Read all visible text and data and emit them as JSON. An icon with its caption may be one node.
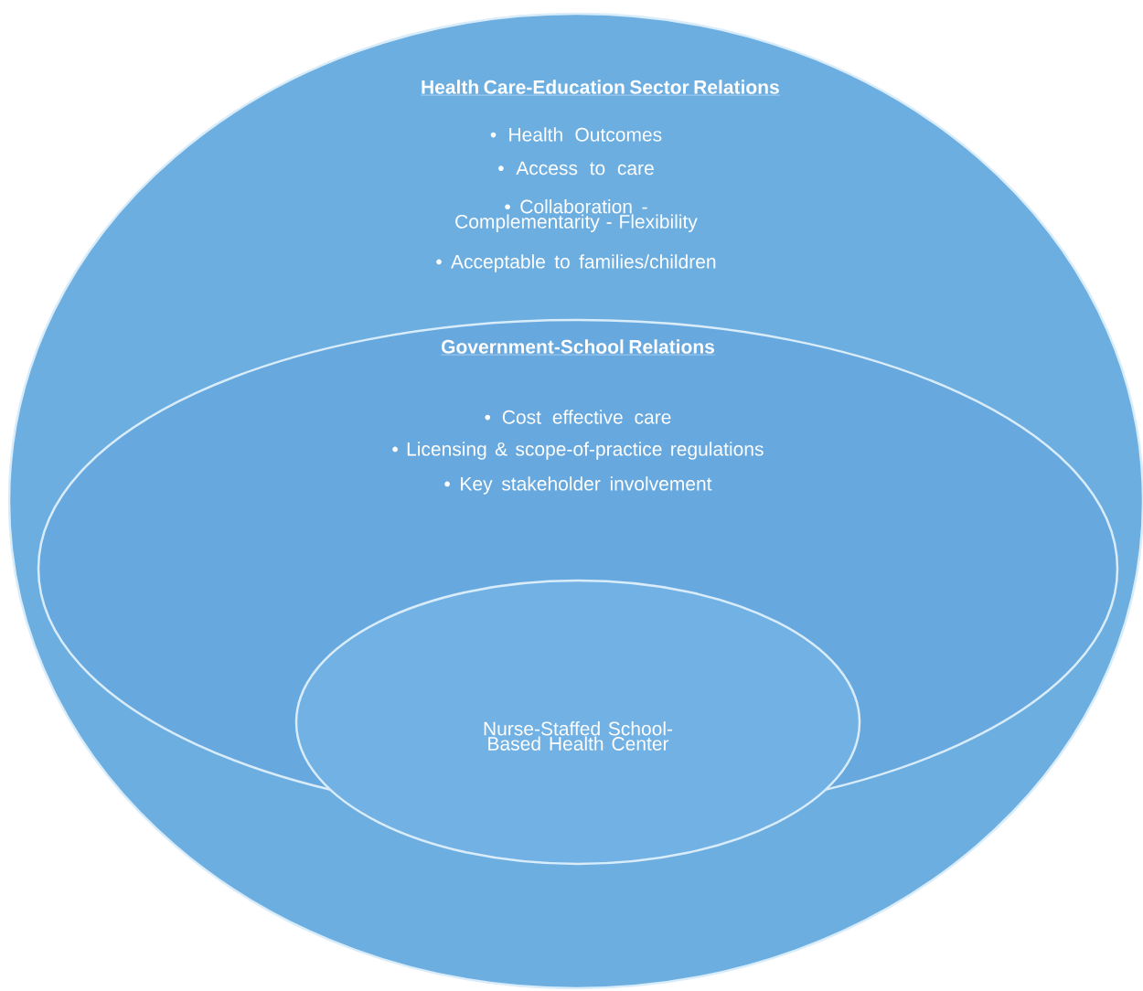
{
  "diagram": {
    "nodes": [
      {
        "text": [
          "Health Care-Education Sector Relations",
          "• Health Outcomes",
          "• Access to care",
          "• Collaboration - Complementarity - Flexibility",
          "• Acceptable to families/children"
        ]
      },
      {
        "text": [
          "Government-School Relations",
          "• Cost effective care",
          "• Licensing & scope-of-practice regulations",
          "• Key stakeholder involvement"
        ],
        "in": 0
      },
      {
        "text": [
          "Nurse-Staffed School-Based Health Center"
        ],
        "in": 1
      }
    ],
    "edges": []
  }
}
